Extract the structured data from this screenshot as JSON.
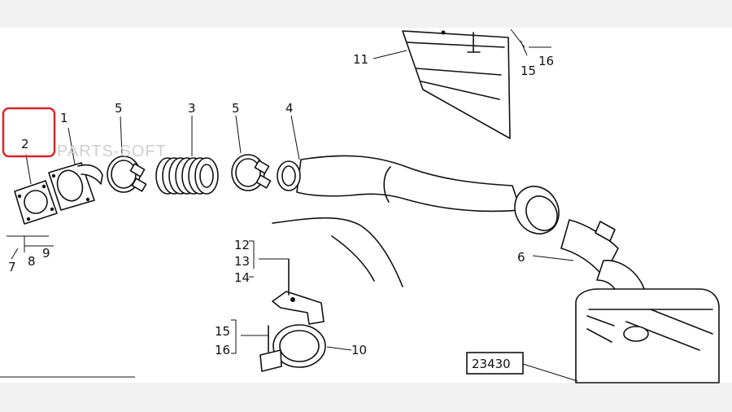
{
  "callouts": {
    "c1": "1",
    "c2": "2",
    "c3": "3",
    "c4": "4",
    "c5a": "5",
    "c5b": "5",
    "c6": "6",
    "c7": "7",
    "c8": "8",
    "c9": "9",
    "c10": "10",
    "c11": "11",
    "c12": "12",
    "c13": "13",
    "c14": "14",
    "c15a": "15",
    "c16a": "16",
    "c15b": "15",
    "c16b": "16"
  },
  "reference_box": "23430",
  "watermark": "PARTS-SOFT",
  "highlight": {
    "callout": "2",
    "color": "#d9262c"
  }
}
